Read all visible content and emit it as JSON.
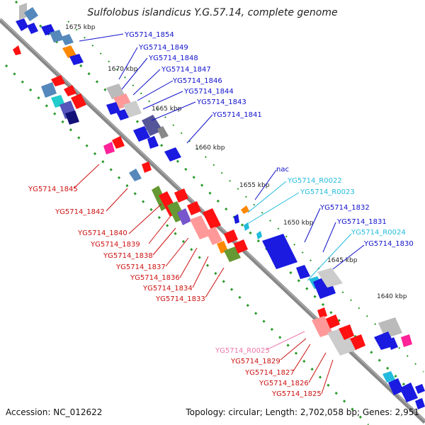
{
  "title": "Sulfolobus islandicus Y.G.57.14, complete genome",
  "footer": {
    "accession": "Accession: NC_012622",
    "topology": "Topology: circular; Length: 2,702,058 bp; Genes: 2,951"
  },
  "colors": {
    "forward_label": "#1010cc",
    "reverse_label": "#cc1010",
    "rna_label": "#22bbdd",
    "pink_label": "#ee77aa",
    "backbone": "#888888",
    "tick": "#2a9a2a"
  },
  "kbp_markers": [
    "1675 kbp",
    "1670 kbp",
    "1665 kbp",
    "1660 kbp",
    "1655 kbp",
    "1650 kbp",
    "1645 kbp",
    "1640 kbp"
  ],
  "forward_labels": [
    "YG5714_1854",
    "YG5714_1849",
    "YG5714_1848",
    "YG5714_1847",
    "YG5714_1846",
    "YG5714_1844",
    "YG5714_1843",
    "YG5714_1841",
    "nac",
    "YG5714_R0022",
    "YG5714_R0023",
    "YG5714_1832",
    "YG5714_1831",
    "YG5714_R0024",
    "YG5714_1830"
  ],
  "reverse_labels": [
    "YG5714_1845",
    "YG5714_1842",
    "YG5714_1840",
    "YG5714_1839",
    "YG5714_1838",
    "YG5714_1837",
    "YG5714_1836",
    "YG5714_1834",
    "YG5714_1833",
    "YG5714_R0025",
    "YG5714_1829",
    "YG5714_1827",
    "YG5714_1826",
    "YG5714_1825"
  ]
}
